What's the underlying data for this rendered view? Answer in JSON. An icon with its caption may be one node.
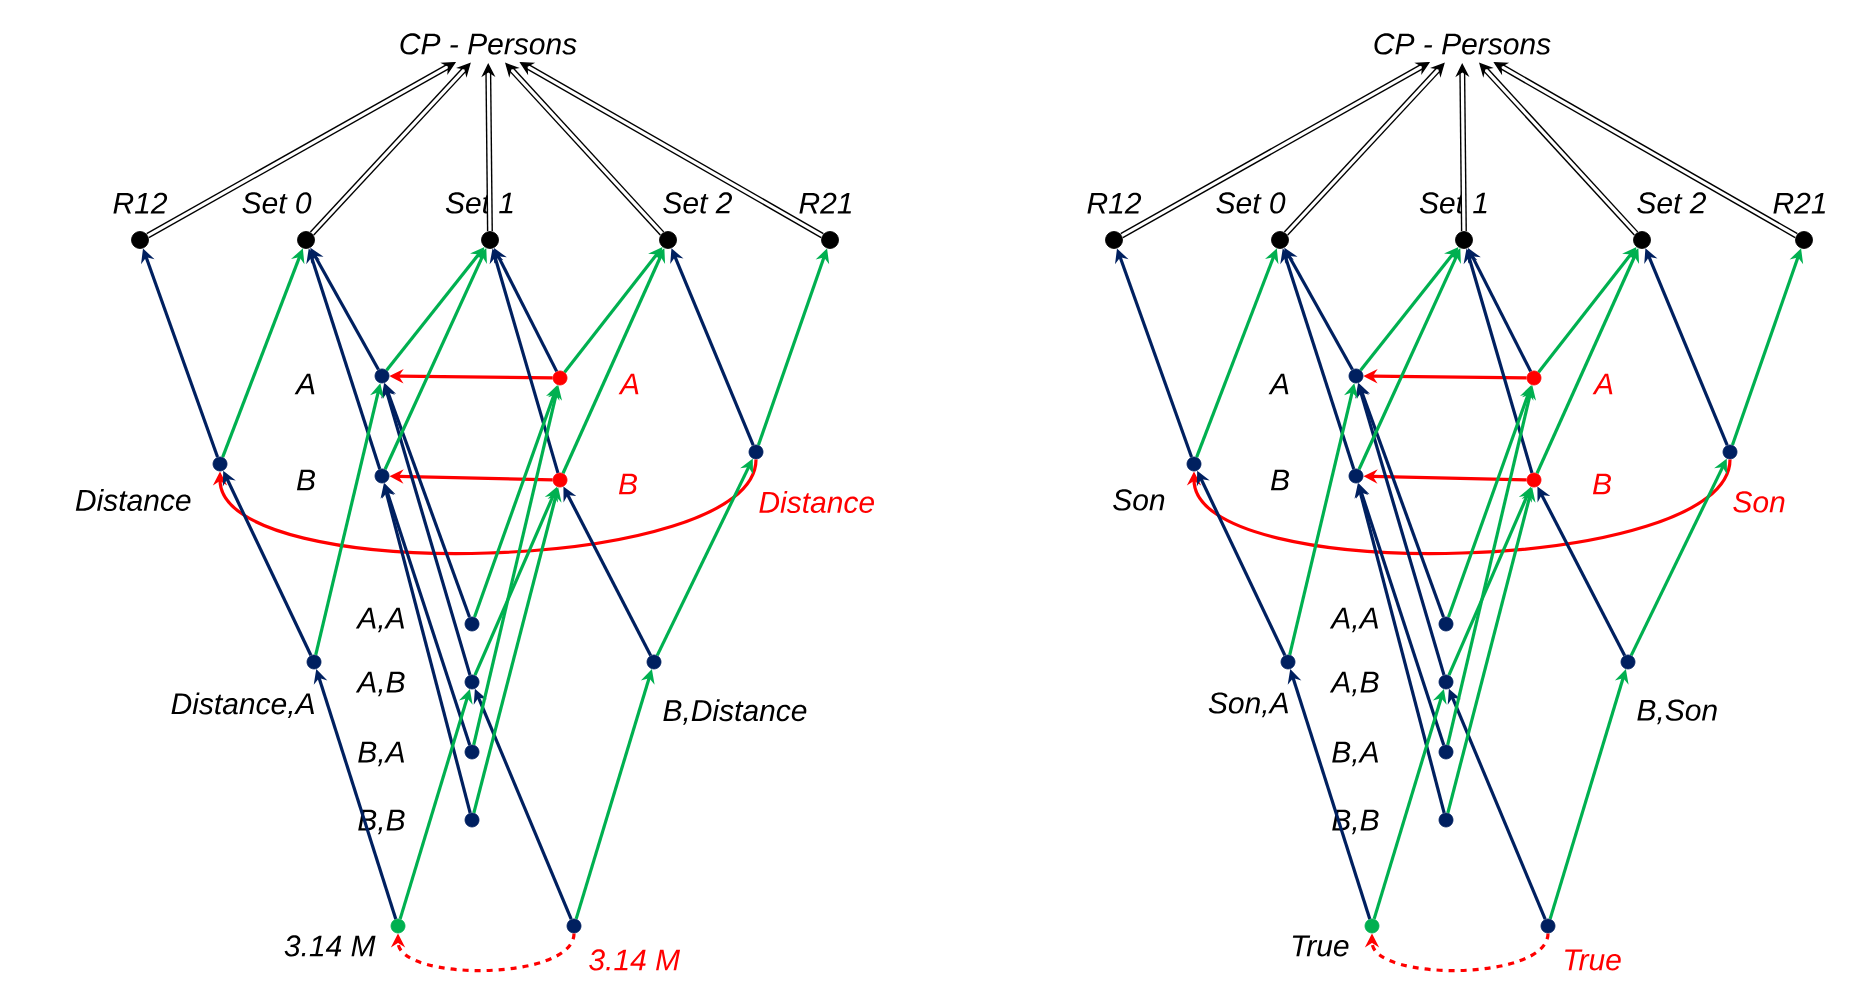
{
  "diagram": {
    "nodes": [
      {
        "text": [
          "CP - Persons"
        ]
      },
      {
        "text": [
          "R12"
        ]
      },
      {
        "text": [
          "Set 0"
        ]
      },
      {
        "text": [
          "Set 1"
        ]
      },
      {
        "text": [
          "Set 2"
        ]
      },
      {
        "text": [
          "R21"
        ]
      },
      {
        "text": [
          "A"
        ]
      },
      {
        "text": [
          "A"
        ]
      },
      {
        "text": [
          "B"
        ]
      },
      {
        "text": [
          "B"
        ]
      },
      {
        "text": [
          "Distance"
        ]
      },
      {
        "text": [
          "Distance"
        ]
      },
      {
        "text": [
          "A,A"
        ]
      },
      {
        "text": [
          "A,B"
        ]
      },
      {
        "text": [
          "B,A"
        ]
      },
      {
        "text": [
          "B,B"
        ]
      },
      {
        "text": [
          "Distance,A"
        ]
      },
      {
        "text": [
          "B,Distance"
        ]
      },
      {
        "text": [
          "3.14 M"
        ]
      },
      {
        "text": [
          "3.14 M"
        ]
      },
      {
        "text": [
          "CP - Persons"
        ]
      },
      {
        "text": [
          "R12"
        ]
      },
      {
        "text": [
          "Set 0"
        ]
      },
      {
        "text": [
          "Set 1"
        ]
      },
      {
        "text": [
          "Set 2"
        ]
      },
      {
        "text": [
          "R21"
        ]
      },
      {
        "text": [
          "A"
        ]
      },
      {
        "text": [
          "A"
        ]
      },
      {
        "text": [
          "B"
        ]
      },
      {
        "text": [
          "B"
        ]
      },
      {
        "text": [
          "Son"
        ]
      },
      {
        "text": [
          "Son"
        ]
      },
      {
        "text": [
          "A,A"
        ]
      },
      {
        "text": [
          "A,B"
        ]
      },
      {
        "text": [
          "B,A"
        ]
      },
      {
        "text": [
          "B,B"
        ]
      },
      {
        "text": [
          "Son,A"
        ]
      },
      {
        "text": [
          "B,Son"
        ]
      },
      {
        "text": [
          "True"
        ]
      },
      {
        "text": [
          "True"
        ]
      }
    ],
    "edges": [
      {
        "from": 1,
        "to": 0,
        "arrow": "to",
        "color": "#000000"
      },
      {
        "from": 2,
        "to": 0,
        "arrow": "to",
        "color": "#000000"
      },
      {
        "from": 3,
        "to": 0,
        "arrow": "to",
        "color": "#000000"
      },
      {
        "from": 4,
        "to": 0,
        "arrow": "to",
        "color": "#000000"
      },
      {
        "from": 5,
        "to": 0,
        "arrow": "to",
        "color": "#000000"
      },
      {
        "from": 7,
        "to": 6,
        "arrow": "to",
        "color": "#ff0000"
      },
      {
        "from": 9,
        "to": 8,
        "arrow": "to",
        "color": "#ff0000"
      },
      {
        "from": 11,
        "to": 10,
        "arrow": "to",
        "color": "#ff0000"
      },
      {
        "from": 19,
        "to": 18,
        "arrow": "to",
        "color": "#ff0000",
        "style": "dashed"
      },
      {
        "from": 10,
        "to": 1,
        "arrow": "to",
        "color": "#002060"
      },
      {
        "from": 16,
        "to": 10,
        "arrow": "to",
        "color": "#002060"
      },
      {
        "from": 18,
        "to": 16,
        "arrow": "to",
        "color": "#002060"
      },
      {
        "from": 17,
        "to": 9,
        "arrow": "to",
        "color": "#002060"
      },
      {
        "from": 19,
        "to": 13,
        "arrow": "to",
        "color": "#002060"
      },
      {
        "from": 6,
        "to": 2,
        "arrow": "to",
        "color": "#002060"
      },
      {
        "from": 8,
        "to": 2,
        "arrow": "to",
        "color": "#002060"
      },
      {
        "from": 7,
        "to": 3,
        "arrow": "to",
        "color": "#002060"
      },
      {
        "from": 9,
        "to": 3,
        "arrow": "to",
        "color": "#002060"
      },
      {
        "from": 11,
        "to": 4,
        "arrow": "to",
        "color": "#002060"
      },
      {
        "from": 12,
        "to": 6,
        "arrow": "to",
        "color": "#002060"
      },
      {
        "from": 13,
        "to": 6,
        "arrow": "to",
        "color": "#002060"
      },
      {
        "from": 14,
        "to": 8,
        "arrow": "to",
        "color": "#002060"
      },
      {
        "from": 15,
        "to": 8,
        "arrow": "to",
        "color": "#002060"
      },
      {
        "from": 10,
        "to": 2,
        "arrow": "to",
        "color": "#00b050"
      },
      {
        "from": 11,
        "to": 5,
        "arrow": "to",
        "color": "#00b050"
      },
      {
        "from": 6,
        "to": 3,
        "arrow": "to",
        "color": "#00b050"
      },
      {
        "from": 8,
        "to": 3,
        "arrow": "to",
        "color": "#00b050"
      },
      {
        "from": 7,
        "to": 4,
        "arrow": "to",
        "color": "#00b050"
      },
      {
        "from": 9,
        "to": 4,
        "arrow": "to",
        "color": "#00b050"
      },
      {
        "from": 16,
        "to": 6,
        "arrow": "to",
        "color": "#00b050"
      },
      {
        "from": 17,
        "to": 11,
        "arrow": "to",
        "color": "#00b050"
      },
      {
        "from": 18,
        "to": 13,
        "arrow": "to",
        "color": "#00b050"
      },
      {
        "from": 19,
        "to": 17,
        "arrow": "to",
        "color": "#00b050"
      },
      {
        "from": 12,
        "to": 7,
        "arrow": "to",
        "color": "#00b050"
      },
      {
        "from": 13,
        "to": 9,
        "arrow": "to",
        "color": "#00b050"
      },
      {
        "from": 14,
        "to": 7,
        "arrow": "to",
        "color": "#00b050"
      },
      {
        "from": 15,
        "to": 9,
        "arrow": "to",
        "color": "#00b050"
      },
      {
        "from": 21,
        "to": 20,
        "arrow": "to",
        "color": "#000000"
      },
      {
        "from": 22,
        "to": 20,
        "arrow": "to",
        "color": "#000000"
      },
      {
        "from": 23,
        "to": 20,
        "arrow": "to",
        "color": "#000000"
      },
      {
        "from": 24,
        "to": 20,
        "arrow": "to",
        "color": "#000000"
      },
      {
        "from": 25,
        "to": 20,
        "arrow": "to",
        "color": "#000000"
      },
      {
        "from": 27,
        "to": 26,
        "arrow": "to",
        "color": "#ff0000"
      },
      {
        "from": 29,
        "to": 28,
        "arrow": "to",
        "color": "#ff0000"
      },
      {
        "from": 31,
        "to": 30,
        "arrow": "to",
        "color": "#ff0000"
      },
      {
        "from": 39,
        "to": 38,
        "arrow": "to",
        "color": "#ff0000",
        "style": "dashed"
      },
      {
        "from": 30,
        "to": 21,
        "arrow": "to",
        "color": "#002060"
      },
      {
        "from": 36,
        "to": 30,
        "arrow": "to",
        "color": "#002060"
      },
      {
        "from": 38,
        "to": 36,
        "arrow": "to",
        "color": "#002060"
      },
      {
        "from": 37,
        "to": 29,
        "arrow": "to",
        "color": "#002060"
      },
      {
        "from": 39,
        "to": 33,
        "arrow": "to",
        "color": "#002060"
      },
      {
        "from": 26,
        "to": 22,
        "arrow": "to",
        "color": "#002060"
      },
      {
        "from": 28,
        "to": 22,
        "arrow": "to",
        "color": "#002060"
      },
      {
        "from": 27,
        "to": 23,
        "arrow": "to",
        "color": "#002060"
      },
      {
        "from": 29,
        "to": 23,
        "arrow": "to",
        "color": "#002060"
      },
      {
        "from": 31,
        "to": 24,
        "arrow": "to",
        "color": "#002060"
      },
      {
        "from": 32,
        "to": 26,
        "arrow": "to",
        "color": "#002060"
      },
      {
        "from": 33,
        "to": 26,
        "arrow": "to",
        "color": "#002060"
      },
      {
        "from": 34,
        "to": 28,
        "arrow": "to",
        "color": "#002060"
      },
      {
        "from": 35,
        "to": 28,
        "arrow": "to",
        "color": "#002060"
      },
      {
        "from": 30,
        "to": 22,
        "arrow": "to",
        "color": "#00b050"
      },
      {
        "from": 31,
        "to": 25,
        "arrow": "to",
        "color": "#00b050"
      },
      {
        "from": 26,
        "to": 23,
        "arrow": "to",
        "color": "#00b050"
      },
      {
        "from": 28,
        "to": 23,
        "arrow": "to",
        "color": "#00b050"
      },
      {
        "from": 27,
        "to": 24,
        "arrow": "to",
        "color": "#00b050"
      },
      {
        "from": 29,
        "to": 24,
        "arrow": "to",
        "color": "#00b050"
      },
      {
        "from": 36,
        "to": 26,
        "arrow": "to",
        "color": "#00b050"
      },
      {
        "from": 37,
        "to": 31,
        "arrow": "to",
        "color": "#00b050"
      },
      {
        "from": 38,
        "to": 33,
        "arrow": "to",
        "color": "#00b050"
      },
      {
        "from": 39,
        "to": 37,
        "arrow": "to",
        "color": "#00b050"
      },
      {
        "from": 32,
        "to": 27,
        "arrow": "to",
        "color": "#00b050"
      },
      {
        "from": 33,
        "to": 29,
        "arrow": "to",
        "color": "#00b050"
      },
      {
        "from": 34,
        "to": 27,
        "arrow": "to",
        "color": "#00b050"
      },
      {
        "from": 35,
        "to": 29,
        "arrow": "to",
        "color": "#00b050"
      }
    ]
  }
}
